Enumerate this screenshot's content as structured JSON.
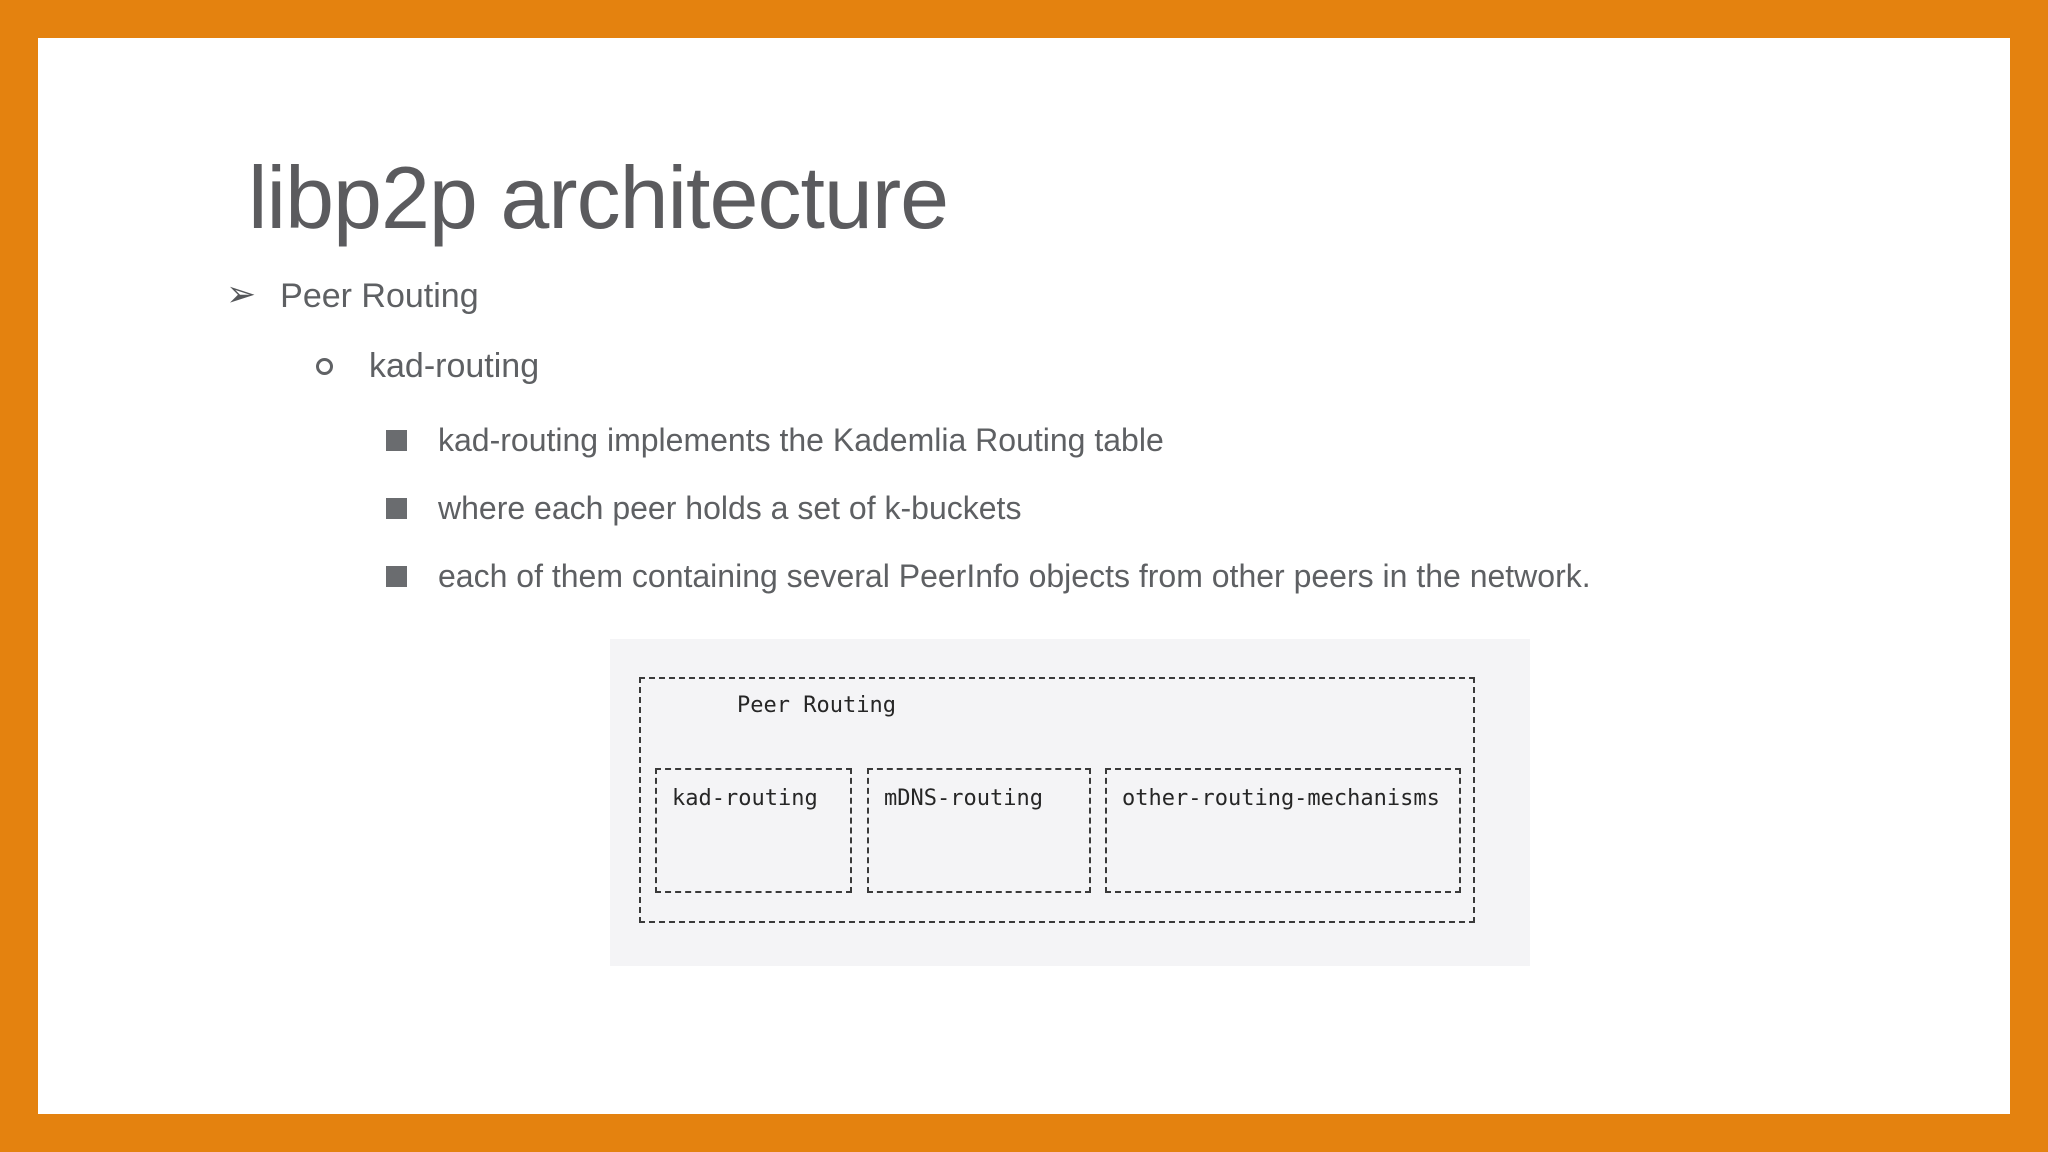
{
  "slide": {
    "title": "libp2p architecture",
    "outline": {
      "level1_label": "Peer Routing",
      "level2_label": "kad-routing",
      "level3_items": [
        "kad-routing implements the Kademlia Routing table",
        "where each peer holds a set of k-buckets",
        "each of them containing several PeerInfo objects from other peers in the network."
      ]
    },
    "diagram": {
      "container_label": "Peer Routing",
      "modules": [
        "kad-routing",
        "mDNS-routing",
        "other-routing-mechanisms"
      ]
    },
    "colors": {
      "frame_orange": "#E4820F",
      "title_gray": "#5B5B5E",
      "body_gray": "#5E6063",
      "diagram_background": "#F4F4F6",
      "diagram_ink": "#3A3A3A"
    }
  },
  "icons": {
    "level1_bullet": "➢"
  }
}
